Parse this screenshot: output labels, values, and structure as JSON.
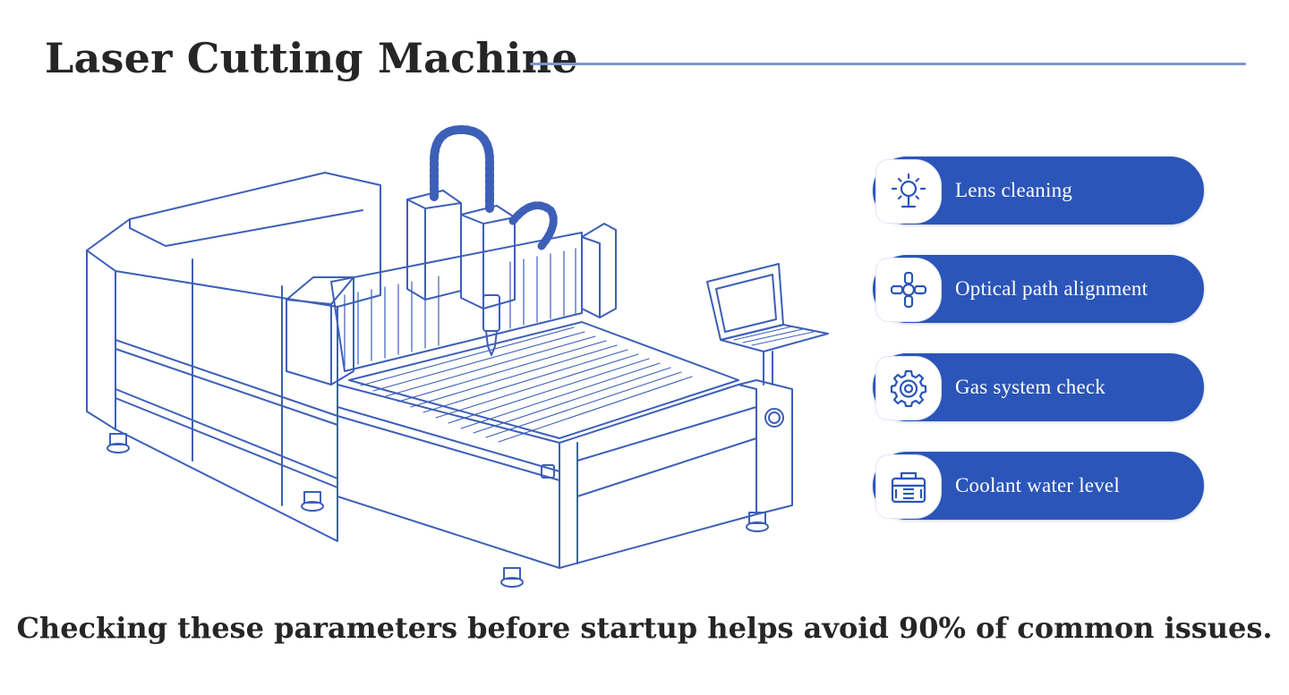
{
  "title": "Laser Cutting Machine",
  "checklist": [
    {
      "label": "Lens cleaning",
      "icon": "sun-icon"
    },
    {
      "label": "Optical path alignment",
      "icon": "optical-alignment-icon"
    },
    {
      "label": "Gas system check",
      "icon": "gear-icon"
    },
    {
      "label": "Coolant water level",
      "icon": "coolant-tank-icon"
    }
  ],
  "footer": "Checking these parameters before startup helps avoid 90% of common issues.",
  "colors": {
    "accent": "#2b55b8",
    "line_art": "#3d5fb8",
    "title_rule": "#7d95cf",
    "text": "#262626"
  }
}
